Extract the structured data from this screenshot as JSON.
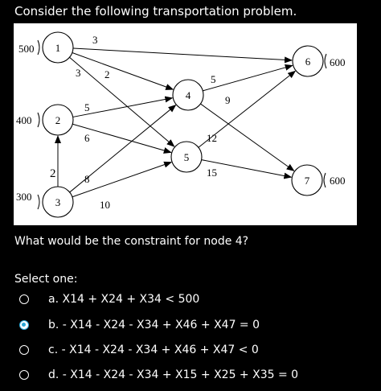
{
  "question": {
    "prompt": "Consider the following transportation problem.",
    "sub_question": "What would be the constraint for node 4?",
    "select_label": "Select one:"
  },
  "diagram": {
    "nodes": [
      {
        "id": "1",
        "supply_label": "500"
      },
      {
        "id": "2",
        "supply_label": "400"
      },
      {
        "id": "3",
        "supply_label": "300"
      },
      {
        "id": "4"
      },
      {
        "id": "5"
      },
      {
        "id": "6",
        "demand_label": "600"
      },
      {
        "id": "7",
        "demand_label": "600"
      }
    ],
    "edges": [
      {
        "from": "1",
        "to": "6",
        "cost": "3"
      },
      {
        "from": "1",
        "to": "4",
        "cost": "3"
      },
      {
        "from": "1",
        "to": "5",
        "cost": "2"
      },
      {
        "from": "2",
        "to": "4",
        "cost": "5"
      },
      {
        "from": "2",
        "to": "5",
        "cost": "6"
      },
      {
        "from": "3",
        "to": "2",
        "cost": "2"
      },
      {
        "from": "3",
        "to": "4",
        "cost": "8"
      },
      {
        "from": "3",
        "to": "5",
        "cost": "10"
      },
      {
        "from": "4",
        "to": "6",
        "cost": "5"
      },
      {
        "from": "4",
        "to": "7",
        "cost": "9"
      },
      {
        "from": "5",
        "to": "6",
        "cost": "12"
      },
      {
        "from": "5",
        "to": "7",
        "cost": "15"
      }
    ]
  },
  "options": [
    {
      "label": "a. X14 + X24 + X34 < 500",
      "selected": false
    },
    {
      "label": "b. - X14 - X24 - X34 + X46 + X47 = 0",
      "selected": true
    },
    {
      "label": "c. - X14 - X24 - X34 + X46 + X47 < 0",
      "selected": false
    },
    {
      "label": "d. - X14 - X24 - X34 + X15 + X25 + X35 = 0",
      "selected": false
    }
  ]
}
